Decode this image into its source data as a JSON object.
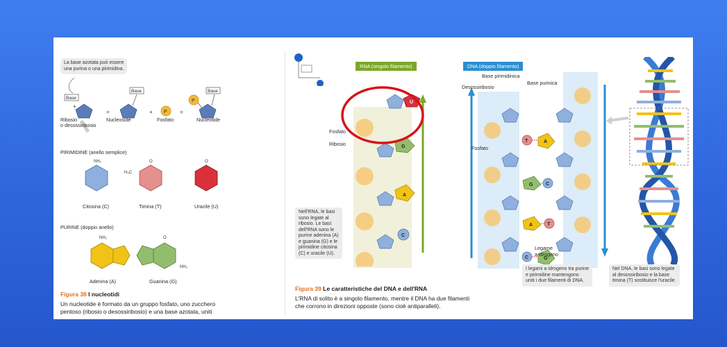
{
  "left": {
    "intro": [
      "La base azotata può essere",
      "una purina o una pirimidina."
    ],
    "base_label": "Base",
    "ribose_label": [
      "Ribosio",
      "o desossiribosio"
    ],
    "nucleoside_label": "Nucleoside",
    "phosphate_label": "Fosfato",
    "phosphate_symbol": "P",
    "nucleotide_label": "Nucleotide",
    "pyrimidines_heading": "PIRIMIDINE (anello semplice)",
    "pyrimidines": [
      "Citosina (C)",
      "Timina (T)",
      "Uracile (U)"
    ],
    "purines_heading": "PURINE (doppio anello)",
    "purines": [
      "Adenina (A)",
      "Guanina (G)"
    ],
    "figure_number": "Figura 38",
    "figure_title": "I nucleotidi",
    "body": [
      "Un nucleotide è formato da un gruppo fosfato, uno zucchero",
      "pentoso (ribosio o desossiribosio) e una base azotata, uniti"
    ]
  },
  "right": {
    "rna_tag": "RNA (singolo filamento)",
    "dna_tag": "DNA (doppio filamento)",
    "fosfato": "Fosfato",
    "ribosio": "Ribosio",
    "desossiribosio": "Desossiribosio",
    "base_pirimidinica": "Base pirimidinica",
    "base_purinica": "Base purinica",
    "legame": [
      "Legame",
      "a idrogeno"
    ],
    "rna_note": [
      "Nell'RNA, le basi",
      "sono legate al",
      "ribosio. Le basi",
      "dell'RNA sono le",
      "purine adenina (A)",
      "e guanina (G) e le",
      "pirimidine citosina",
      "(C) e uracile (U)."
    ],
    "hbond_note": [
      "I legami a idrogeno tra purine",
      "e pirimidine mantengono",
      "uniti i due filamenti di DNA."
    ],
    "dna_note": [
      "Nel DNA, le basi sono legate",
      "al desossiribosio e la base",
      "timina (T) sostituisce l'uracile."
    ],
    "figure_number": "Figura 39",
    "figure_title": "Le caratteristiche del DNA e dell'RNA",
    "body": [
      "L'RNA di solito è a singolo filamento, mentre il DNA ha due filamenti",
      "che corrono in direzioni opposte (sono cioè antiparalleli)."
    ],
    "rna_bases": [
      "U",
      "G",
      "A",
      "C"
    ],
    "dna_left_bases": [
      "T",
      "G",
      "A",
      "C"
    ],
    "dna_right_bases": [
      "A",
      "C",
      "T",
      "G"
    ]
  },
  "colors": {
    "background": "#3f7ef0",
    "rna_tag": "#7aa827",
    "dna_tag": "#2a8fd0",
    "highlight": "#d6141c",
    "caption": "#e2711d"
  }
}
